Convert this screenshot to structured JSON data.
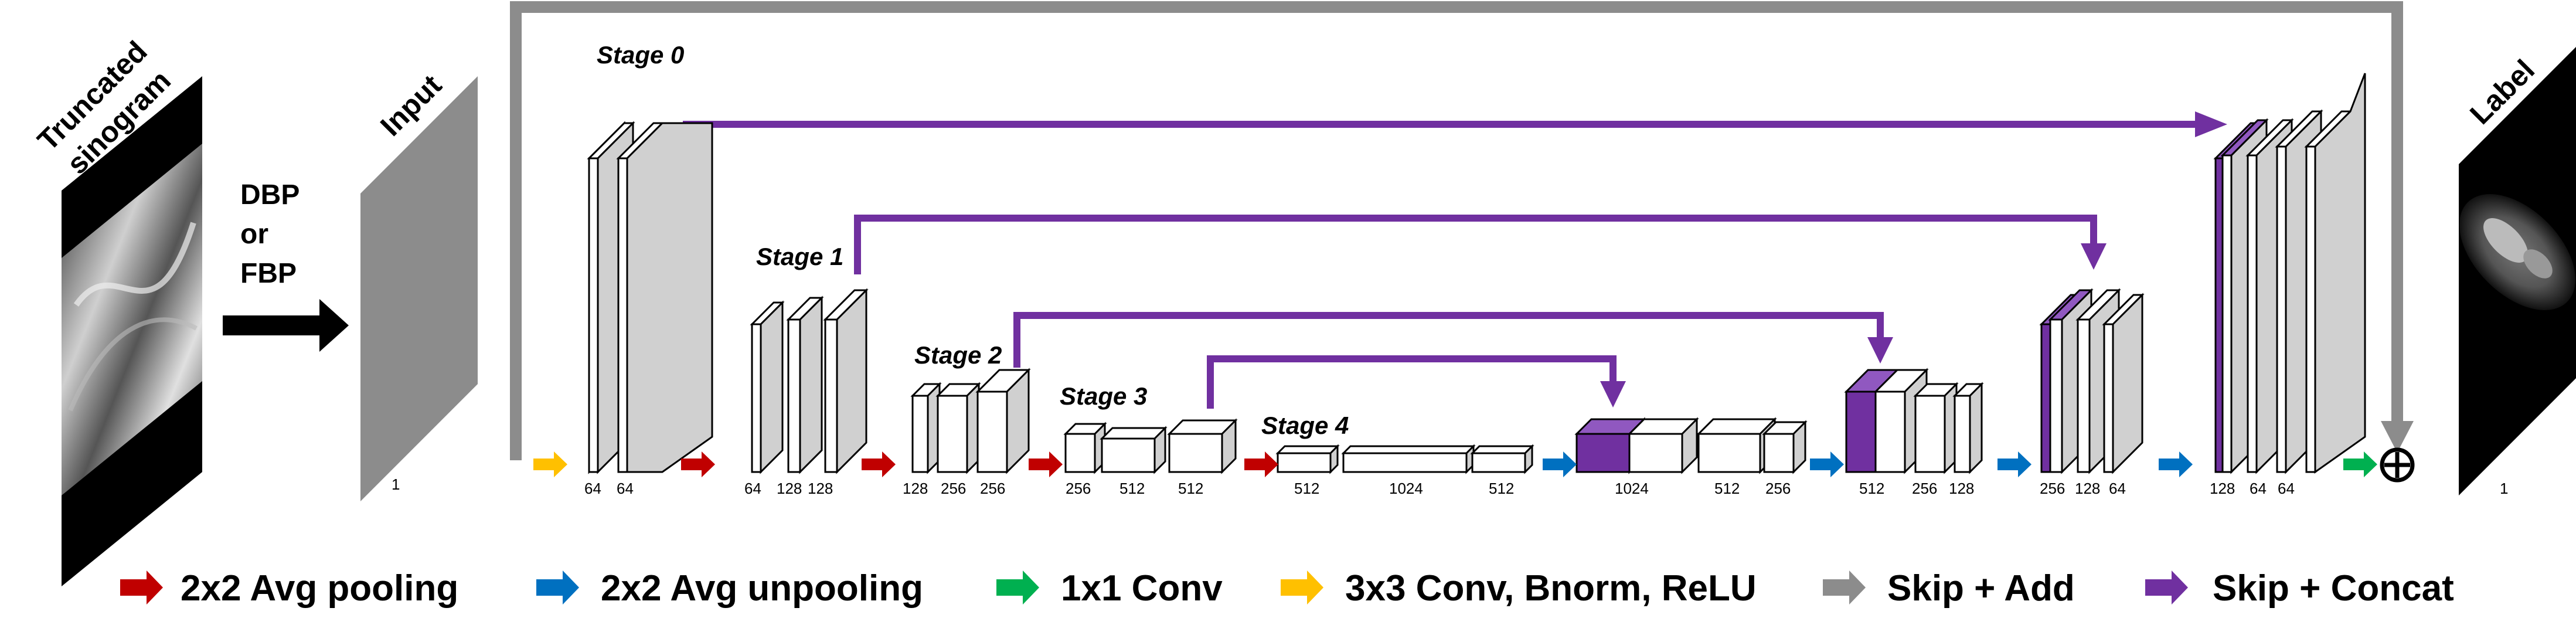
{
  "labels": {
    "truncated_sinogram": [
      "Truncated",
      "sinogram"
    ],
    "input": "Input",
    "label": "Label",
    "dbp_fbp": [
      "DBP",
      "or",
      "FBP"
    ],
    "input_channels": "1",
    "label_channels": "1"
  },
  "stages": {
    "stage0": "Stage 0",
    "stage1": "Stage 1",
    "stage2": "Stage 2",
    "stage3": "Stage 3",
    "stage4": "Stage 4"
  },
  "channels": {
    "s0": [
      "64",
      "64"
    ],
    "s1": [
      "64",
      "128",
      "128"
    ],
    "s2": [
      "128",
      "256",
      "256"
    ],
    "s3": [
      "256",
      "512",
      "512"
    ],
    "s4": [
      "512",
      "1024",
      "512"
    ],
    "d3": [
      "1024",
      "512",
      "256"
    ],
    "d2": [
      "512",
      "256",
      "128"
    ],
    "d1": [
      "256",
      "128",
      "64"
    ],
    "d0": [
      "128",
      "64",
      "64"
    ]
  },
  "legend": [
    {
      "label": "2x2 Avg pooling",
      "color": "#c00000"
    },
    {
      "label": "2x2 Avg unpooling",
      "color": "#0070c0"
    },
    {
      "label": "1x1 Conv",
      "color": "#00b050"
    },
    {
      "label": "3x3 Conv, Bnorm, ReLU",
      "color": "#ffc000"
    },
    {
      "label": "Skip + Add",
      "color": "#8c8c8c"
    },
    {
      "label": "Skip + Concat",
      "color": "#7030a0"
    }
  ],
  "colors": {
    "pool": "#c00000",
    "unpool": "#0070c0",
    "conv1x1": "#00b050",
    "conv3x3": "#ffc000",
    "skip_add": "#8c8c8c",
    "skip_concat": "#7030a0",
    "feature_gray": "#d0d0d0",
    "input_gray": "#8c8c8c"
  },
  "symbols": {
    "add": "⊕"
  }
}
